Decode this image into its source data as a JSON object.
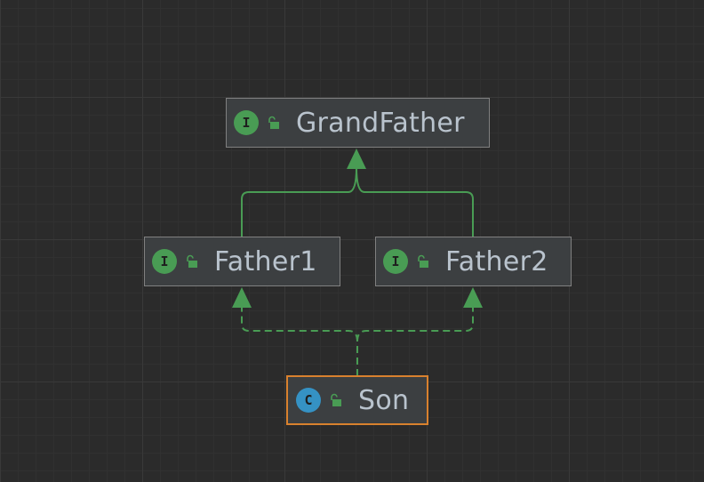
{
  "colors": {
    "background": "#2b2b2b",
    "node_fill": "#3c3f41",
    "node_border": "#808080",
    "selected_border": "#d9812e",
    "edge": "#499c54",
    "interface_badge": "#499c54",
    "class_badge": "#3592c4",
    "label_text": "#b9c3cd"
  },
  "nodes": {
    "grandfather": {
      "label": "GrandFather",
      "kind": "I",
      "kind_name": "interface",
      "access_icon": "unlocked-padlock-icon"
    },
    "father1": {
      "label": "Father1",
      "kind": "I",
      "kind_name": "interface",
      "access_icon": "unlocked-padlock-icon"
    },
    "father2": {
      "label": "Father2",
      "kind": "I",
      "kind_name": "interface",
      "access_icon": "unlocked-padlock-icon"
    },
    "son": {
      "label": "Son",
      "kind": "C",
      "kind_name": "class",
      "access_icon": "unlocked-padlock-icon",
      "selected": true
    }
  },
  "edges": [
    {
      "from": "Father1",
      "to": "GrandFather",
      "type": "extends",
      "style": "solid"
    },
    {
      "from": "Father2",
      "to": "GrandFather",
      "type": "extends",
      "style": "solid"
    },
    {
      "from": "Son",
      "to": "Father1",
      "type": "implements",
      "style": "dashed"
    },
    {
      "from": "Son",
      "to": "Father2",
      "type": "implements",
      "style": "dashed"
    }
  ]
}
